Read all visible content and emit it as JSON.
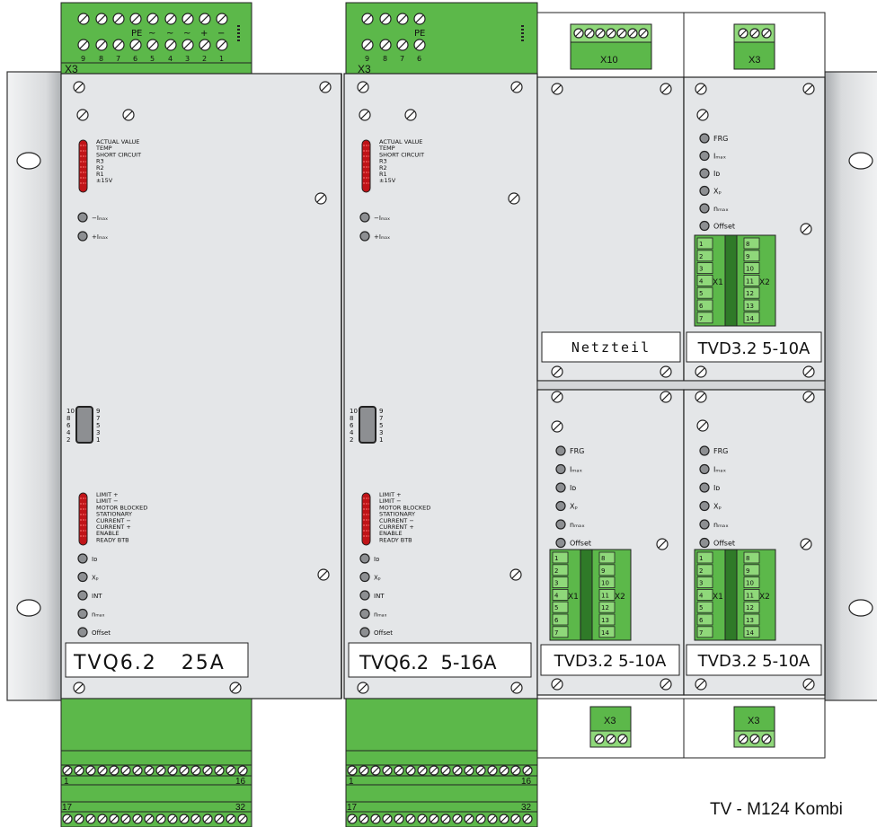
{
  "caption": "TV - M124 Kombi",
  "colors": {
    "panel": "#e4e6e8",
    "terminal_green": "#5cb84a",
    "terminal_light": "#8fd87a",
    "led_red": "#c01418",
    "led_gray": "#8d8f92"
  },
  "icons": [
    "screw-icon",
    "led-icon",
    "hole-icon"
  ],
  "tvq1": {
    "x3_label": "X3",
    "top_terminal_numbers": [
      "9",
      "8",
      "7",
      "6",
      "5",
      "4",
      "3",
      "2",
      "1"
    ],
    "top_terminal_symbols": [
      "",
      "",
      "",
      "PE",
      "~",
      "~",
      "~",
      "+",
      "−"
    ],
    "status_labels": [
      "ACTUAL VALUE",
      "TEMP",
      "SHORT CIRCUIT",
      "R3",
      "R2",
      "R1",
      "±15V"
    ],
    "leds_top": [
      "−Iₘₐₓ",
      "+Iₘₐₓ"
    ],
    "switch_left": [
      "10",
      "8",
      "6",
      "4",
      "2"
    ],
    "switch_right": [
      "9",
      "7",
      "5",
      "3",
      "1"
    ],
    "status_labels_lower": [
      "LIMIT +",
      "LIMIT −",
      "MOTOR BLOCKED",
      "STATIONARY",
      "CURRENT −",
      "CURRENT +",
      "ENABLE",
      "READY BTB"
    ],
    "leds_bottom": [
      "Iᴅ",
      "Xₚ",
      "INT",
      "nₘₐₓ",
      "Offset"
    ],
    "name": "TVQ6.2   25A",
    "bottom_left_top": "1",
    "bottom_right_top": "16",
    "bottom_left_bottom": "17",
    "bottom_right_bottom": "32"
  },
  "tvq2": {
    "x3_label": "X3",
    "top_terminal_numbers": [
      "9",
      "8",
      "7",
      "6"
    ],
    "top_terminal_symbols": [
      "",
      "",
      "",
      "PE"
    ],
    "status_labels": [
      "ACTUAL VALUE",
      "TEMP",
      "SHORT CIRCUIT",
      "R3",
      "R2",
      "R1",
      "±15V"
    ],
    "leds_top": [
      "−Iₘₐₓ",
      "+Iₘₐₓ"
    ],
    "switch_left": [
      "10",
      "8",
      "6",
      "4",
      "2"
    ],
    "switch_right": [
      "9",
      "7",
      "5",
      "3",
      "1"
    ],
    "status_labels_lower": [
      "LIMIT +",
      "LIMIT −",
      "MOTOR BLOCKED",
      "STATIONARY",
      "CURRENT −",
      "CURRENT +",
      "ENABLE",
      "READY BTB"
    ],
    "leds_bottom": [
      "Iᴅ",
      "Xₚ",
      "INT",
      "nₘₐₓ",
      "Offset"
    ],
    "name": "TVQ6.2  5-16A",
    "bottom_left_top": "1",
    "bottom_right_top": "16",
    "bottom_left_bottom": "17",
    "bottom_right_bottom": "32"
  },
  "netzteil": {
    "x10_label": "X10",
    "name": "Netzteil"
  },
  "tvd": {
    "x1_label": "X1",
    "x2_label": "X2",
    "x3_label": "X3",
    "leds": [
      "FRG",
      "Iₘₐₓ",
      "Iᴅ",
      "Xₚ",
      "nₘₐₓ",
      "Offset"
    ],
    "left_terminals": [
      "1",
      "2",
      "3",
      "4",
      "5",
      "6",
      "7"
    ],
    "right_terminals": [
      "8",
      "9",
      "10",
      "11",
      "12",
      "13",
      "14"
    ],
    "name_top_right": "TVD3.2 5-10A",
    "name_bottom_left": "TVD3.2 5-10A",
    "name_bottom_right": "TVD3.2 5-10A"
  }
}
